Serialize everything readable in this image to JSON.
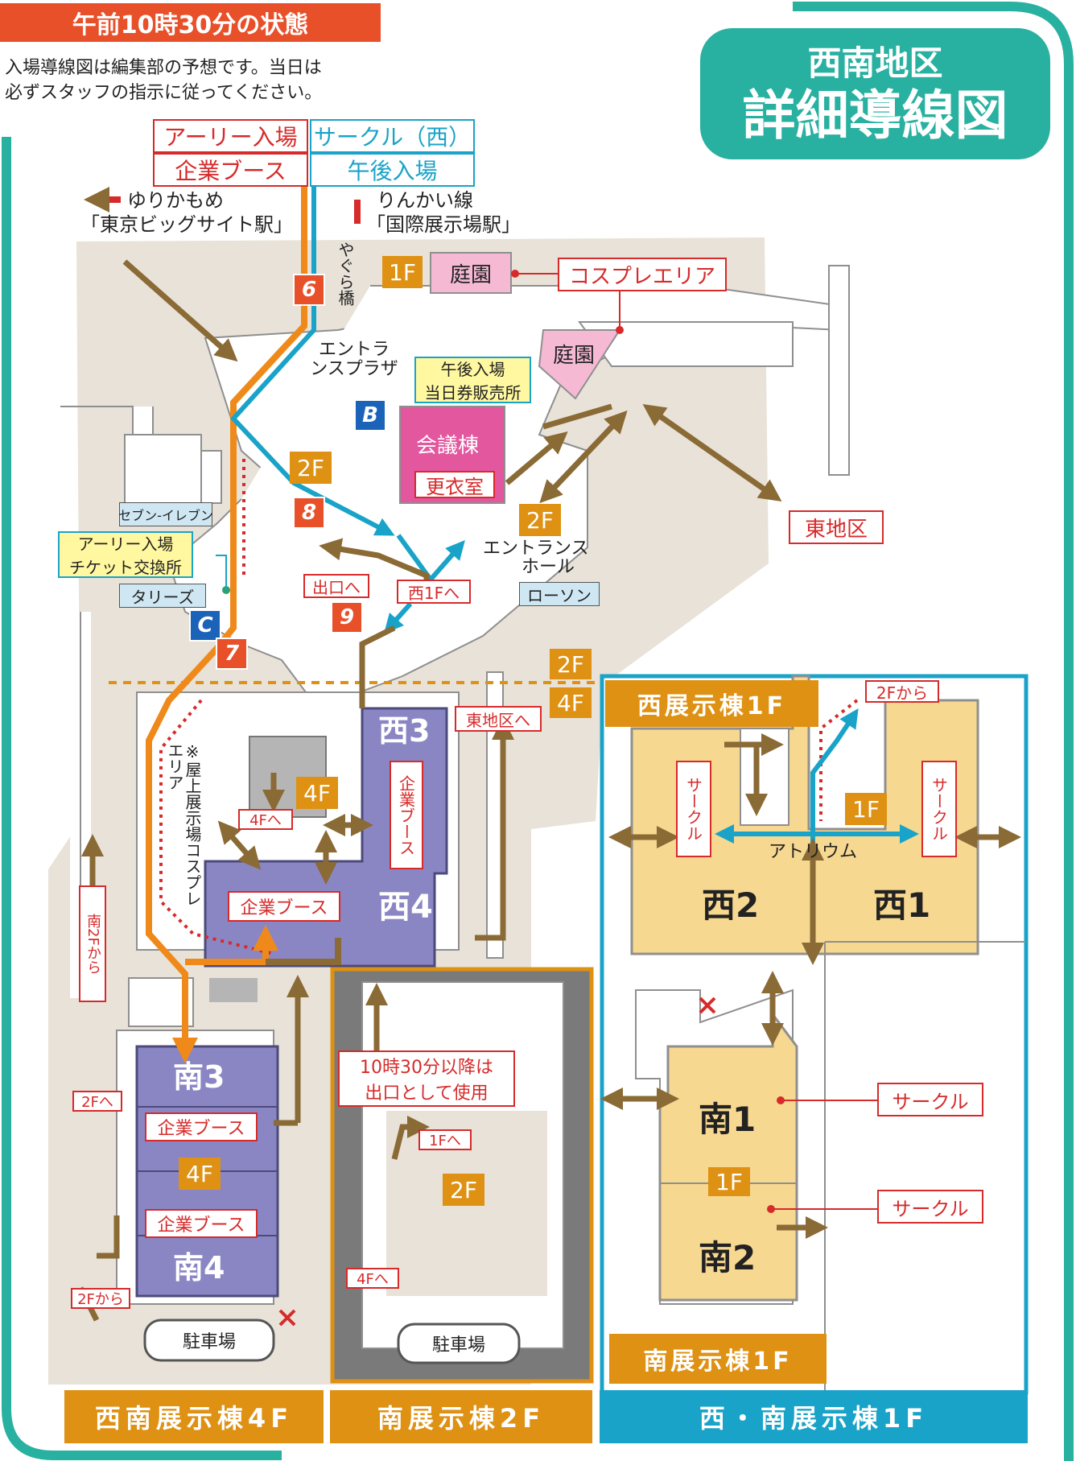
{
  "header": {
    "status_time": "午前10時30分の状態",
    "disclaimer_line1": "入場導線図は編集部の予想です。当日は",
    "disclaimer_line2": "必ずスタッフの指示に従ってください。"
  },
  "title": {
    "line1": "西南地区",
    "line2": "詳細導線図"
  },
  "legend": {
    "early_entry": "アーリー入場",
    "corporate_booth": "企業ブース",
    "circle_west": "サークル（西）",
    "afternoon_entry": "午後入場"
  },
  "stations": {
    "yurikamome_name": "ゆりかもめ",
    "yurikamome_station": "「東京ビッグサイト駅」",
    "rinkai_name": "りんかい線",
    "rinkai_station": "「国際展示場駅」"
  },
  "places": {
    "yagura_bridge": "やぐら橋",
    "garden_1f": "1F",
    "garden": "庭園",
    "cosplay_area": "コスプレエリア",
    "garden2": "庭園",
    "entrance_plaza": "エントランスプラザ",
    "afternoon_ticket_line1": "午後入場",
    "afternoon_ticket_line2": "当日券販売所",
    "conference": "会議棟",
    "changing_room": "更衣室",
    "floor_2f_a": "2F",
    "floor_2f_b": "2F",
    "east_area": "東地区",
    "entrance_hall_line1": "エントランス",
    "entrance_hall_line2": "ホール",
    "seven_eleven": "セブン-イレブン",
    "early_ticket_line1": "アーリー入場",
    "early_ticket_line2": "チケット交換所",
    "tullys": "タリーズ",
    "lawson": "ローソン",
    "exit_to": "出口へ",
    "west_1f_to": "西1Fへ",
    "divider_2f": "2F",
    "divider_4f": "4F",
    "to_east_area": "東地区へ",
    "rooftop_note": "※屋上展示場コスプレエリア",
    "four_f_label": "4F",
    "to_4f": "4Fへ",
    "west3": "西3",
    "west4": "西4",
    "corp_booth_west3": "企業ブース",
    "corp_booth_west4": "企業ブース",
    "from_south_2f": "南2Fから",
    "south3": "南3",
    "south4": "南4",
    "corp_booth_south3": "企業ブース",
    "corp_booth_south4": "企業ブース",
    "south_4f_label": "4F",
    "to_2f": "2Fへ",
    "from_2f_left": "2Fから",
    "parking_left": "駐車場",
    "exit_note_line1": "10時30分以降は",
    "exit_note_line2": "出口として使用",
    "to_1f": "1Fへ",
    "south_2f_label": "2F",
    "to_4f_south": "4Fへ",
    "parking_mid": "駐車場"
  },
  "west_1f": {
    "title": "西展示棟1F",
    "from_2f": "2Fから",
    "circle_left": "サークル",
    "circle_right": "サークル",
    "floor": "1F",
    "atrium": "アトリウム",
    "west2": "西2",
    "west1": "西1"
  },
  "south_1f": {
    "south1": "南1",
    "south2": "南2",
    "floor": "1F",
    "circle1": "サークル",
    "circle2": "サークル",
    "title": "南展示棟1F"
  },
  "gates": {
    "g6": "6",
    "g8": "8",
    "g7": "7",
    "g9": "9",
    "gB": "B",
    "gC": "C"
  },
  "footer": {
    "west_south_4f": "西南展示棟4F",
    "south_2f": "南展示棟2F",
    "west_south_1f": "西・南展示棟1F"
  },
  "colors": {
    "teal": "#28b0a0",
    "orange_route": "#ef8a1a",
    "blue_route": "#1aa3c8",
    "brown_arrow": "#8a6a35",
    "purple_hall": "#8a86c4",
    "yellow_hall": "#f7d890",
    "gold_label": "#de9113",
    "red": "#d72a2a"
  }
}
